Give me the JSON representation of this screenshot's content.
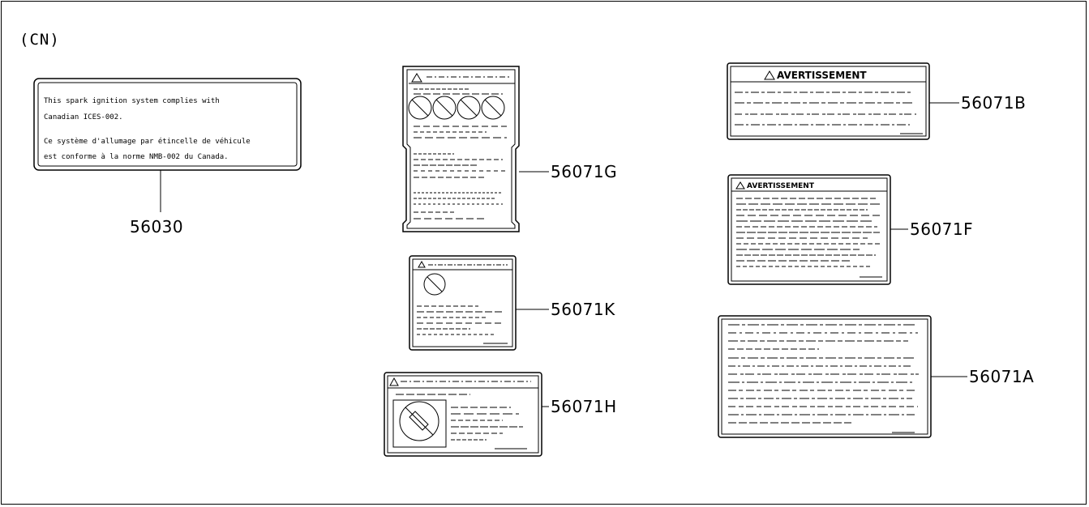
{
  "region": "(CN)",
  "parts": {
    "p56030": "56030",
    "p56071G": "56071G",
    "p56071K": "56071K",
    "p56071H": "56071H",
    "p56071B": "56071B",
    "p56071F": "56071F",
    "p56071A": "56071A"
  },
  "label_text": {
    "ices_line1": "This spark ignition system complies with",
    "ices_line2": "Canadian ICES-002.",
    "ices_line3": "Ce système d'allumage par étincelle de véhicule",
    "ices_line4": "est conforme à la norme NMB-002 du Canada.",
    "warning_title": "AVERTISSEMENT"
  }
}
